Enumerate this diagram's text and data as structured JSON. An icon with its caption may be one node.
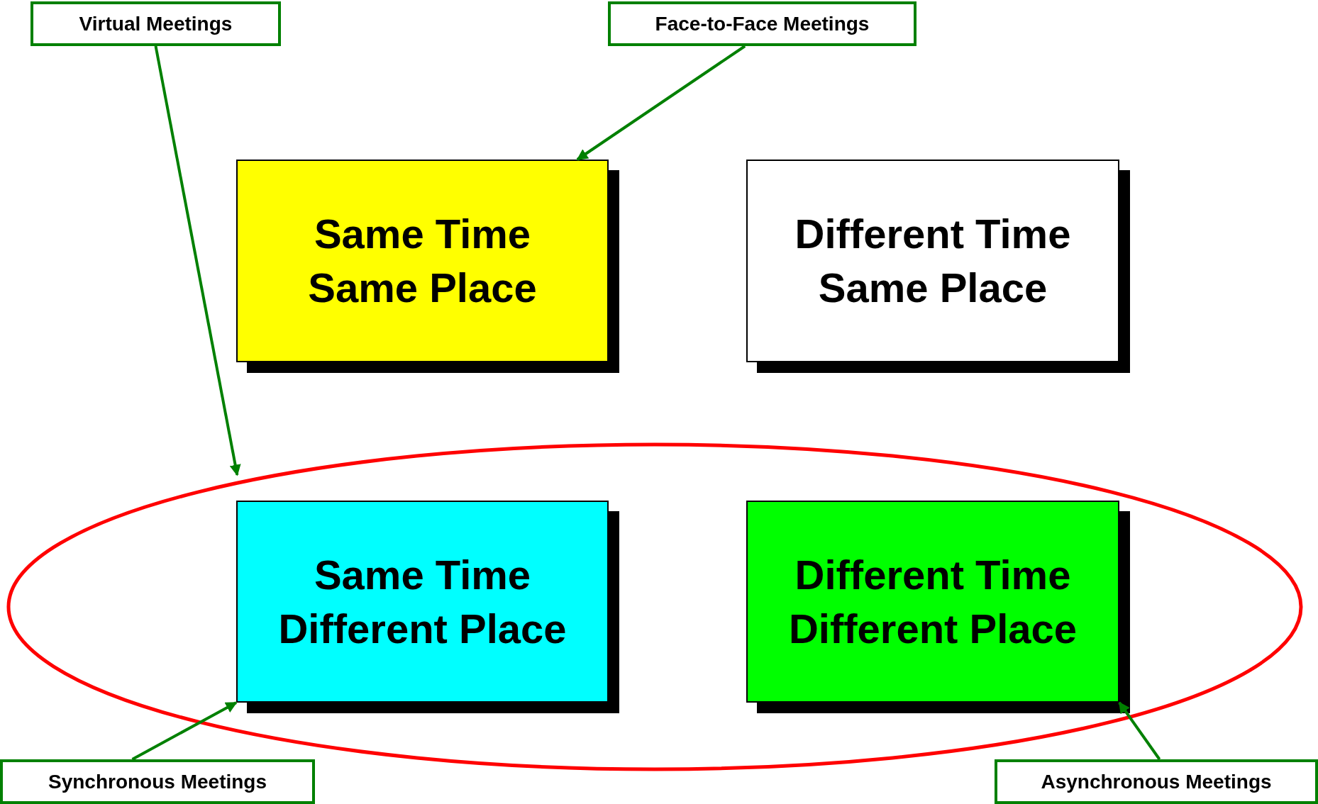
{
  "diagram": {
    "nodes": [
      {
        "text": [
          "Virtual Meetings"
        ]
      },
      {
        "text": [
          "Face-to-Face Meetings"
        ]
      },
      {
        "text": [
          "Same Time Same Place"
        ]
      },
      {
        "text": [
          "Different Time Same Place"
        ]
      },
      {
        "text": [],
        "shape": "ellipse"
      },
      {
        "text": [
          "Same Time Different Place"
        ],
        "in": 4
      },
      {
        "text": [
          "Different Time Different Place"
        ],
        "in": 4
      },
      {
        "text": [
          "Synchronous Meetings"
        ]
      },
      {
        "text": [
          "Asynchronous Meetings"
        ]
      }
    ],
    "edges": [
      {
        "from": 0,
        "to": 4,
        "arrow": "to"
      },
      {
        "from": 1,
        "to": 2,
        "arrow": "to"
      },
      {
        "from": 7,
        "to": 5,
        "arrow": "to"
      },
      {
        "from": 8,
        "to": 6,
        "arrow": "to"
      }
    ]
  }
}
